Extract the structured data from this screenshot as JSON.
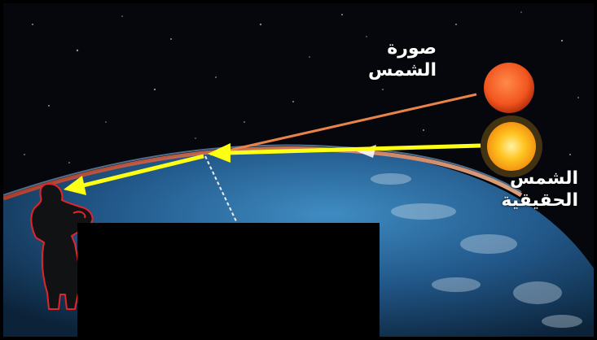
{
  "labels": {
    "apparent_sun_line1": "صورة",
    "apparent_sun_line2": "الشمس",
    "real_sun_line1": "الشمس",
    "real_sun_line2": "الحقيقية"
  },
  "colors": {
    "space": "#05070c",
    "earth_ocean": "#2a6a9e",
    "atmosphere_glow": "#e8834a",
    "apparent_sun": "#f2561f",
    "real_sun": "#ffb21e",
    "ray_arrow": "#ffff14",
    "observer_outline": "#e0262a",
    "occlusion_box": "#000000"
  },
  "icons": {
    "observer": "person-silhouette-icon",
    "arrow": "arrowhead-icon"
  }
}
